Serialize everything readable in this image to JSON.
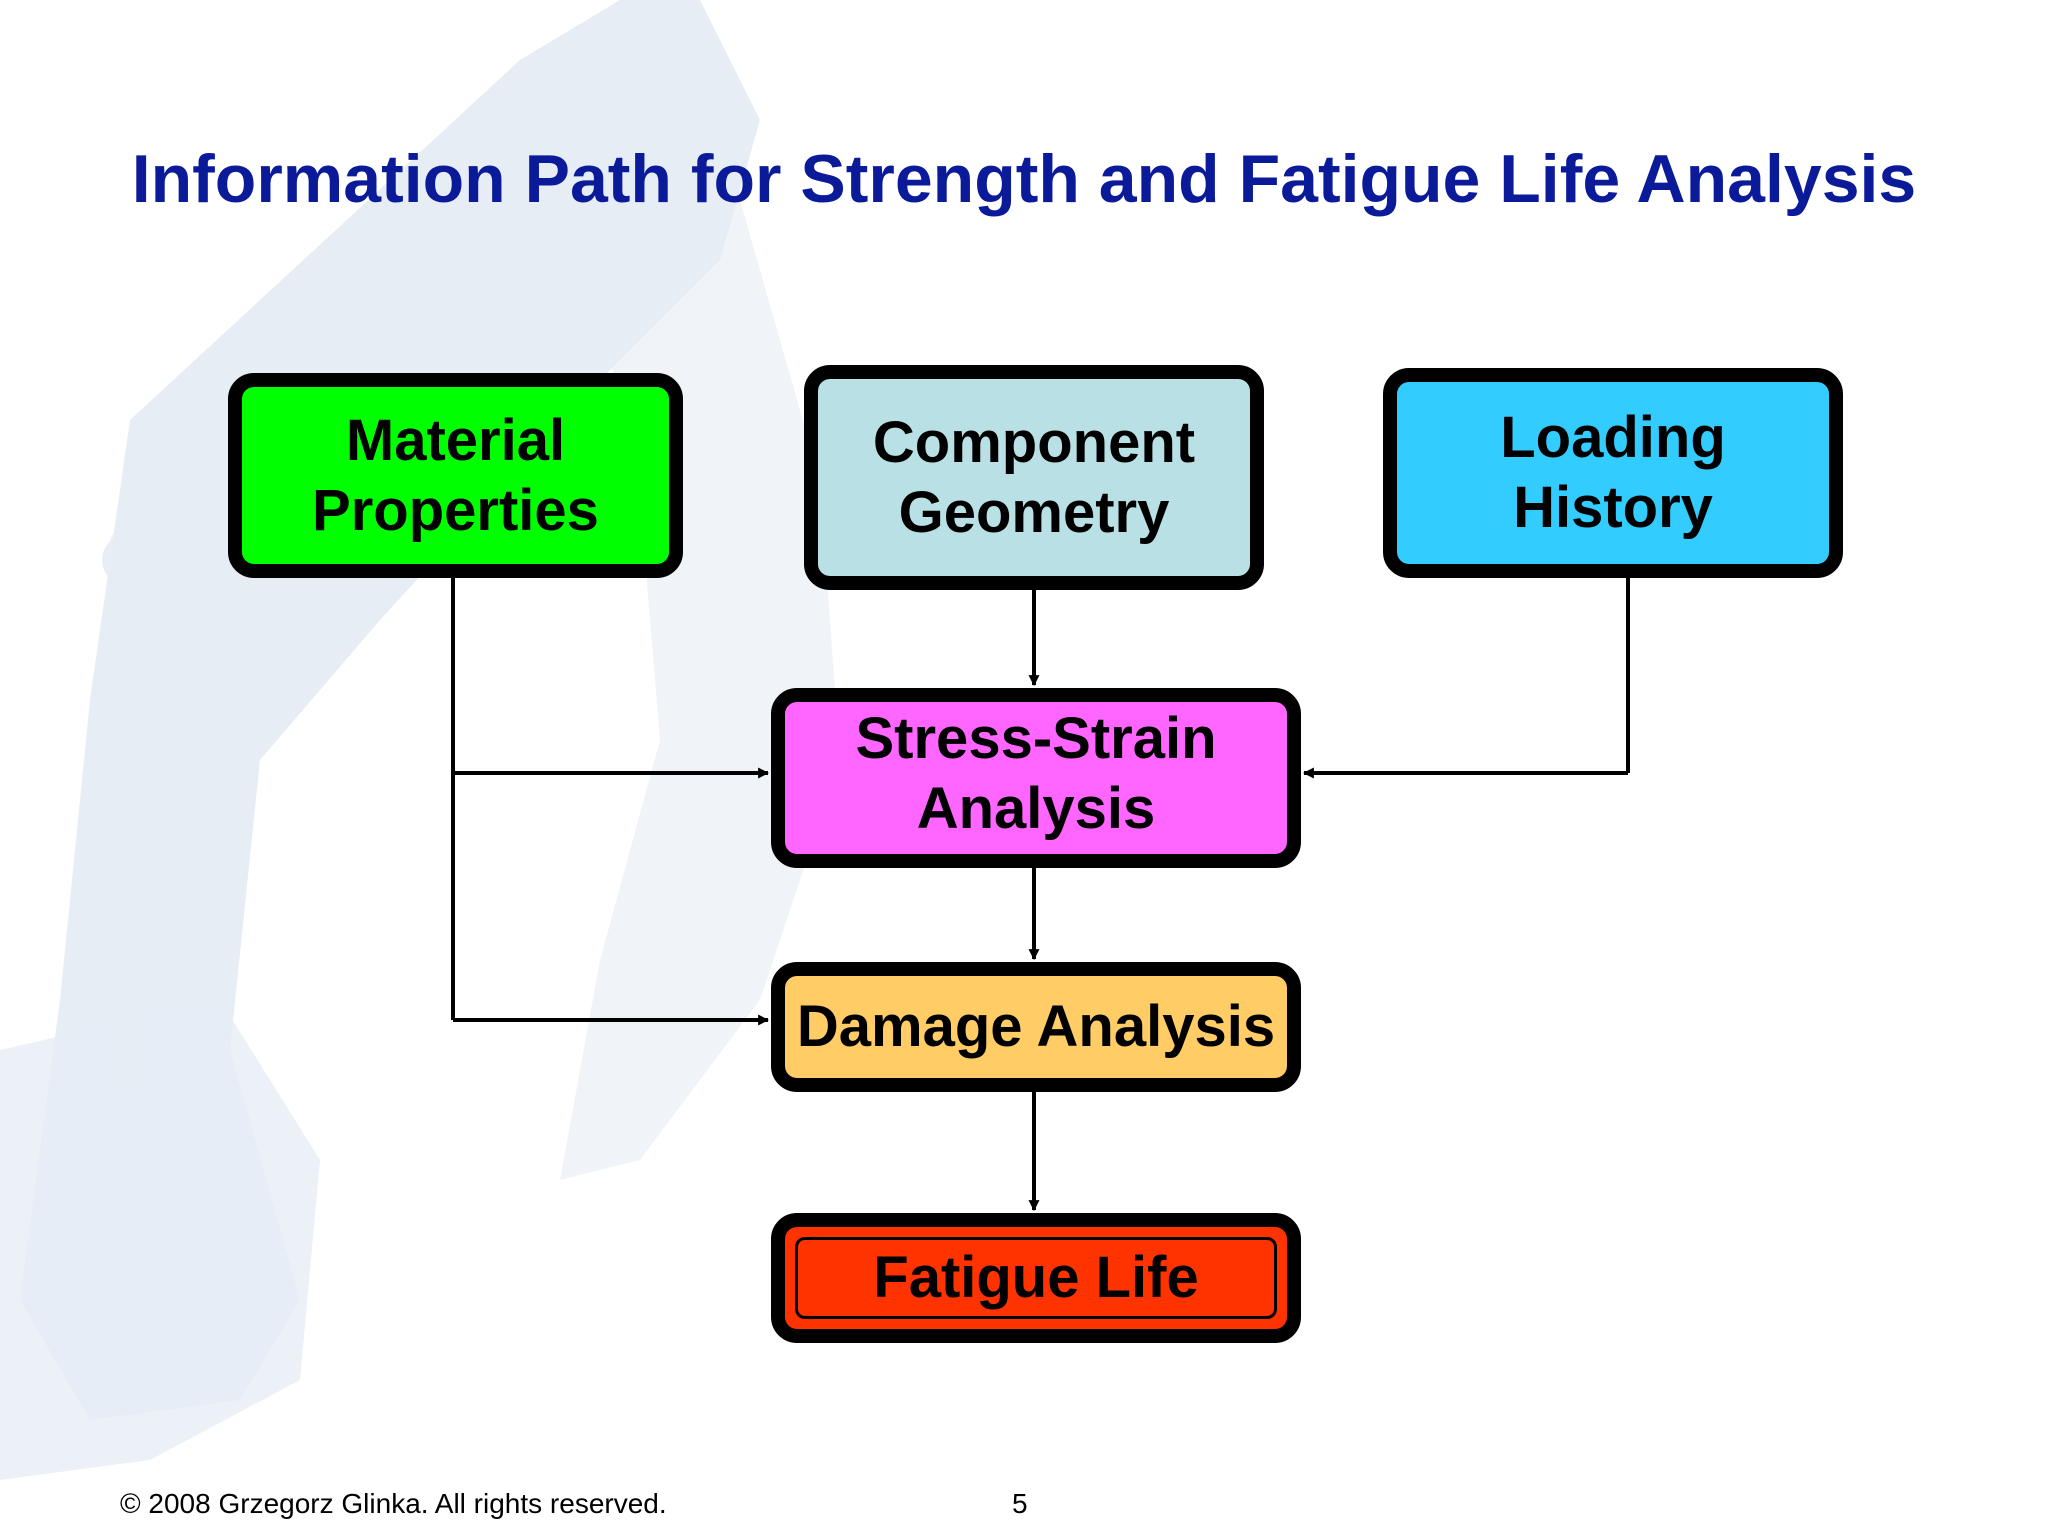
{
  "slide": {
    "title": "Information Path for Strength and Fatigue Life Analysis"
  },
  "nodes": {
    "material": {
      "label": "Material\nProperties",
      "color": "#00ff00"
    },
    "component": {
      "label": "Component\nGeometry",
      "color": "#b9e0e4"
    },
    "loading": {
      "label": "Loading\nHistory",
      "color": "#33ccff"
    },
    "stress": {
      "label": "Stress-Strain\nAnalysis",
      "color": "#ff66ff"
    },
    "damage": {
      "label": "Damage Analysis",
      "color": "#ffcc66"
    },
    "fatigue": {
      "label": "Fatigue Life",
      "color": "#ff3300"
    }
  },
  "footer": {
    "copyright": "© 2008 Grzegorz Glinka.  All rights reserved.",
    "page_number": "5"
  },
  "colors": {
    "title": "#0a1a99",
    "background_art": "#dde6f2"
  }
}
